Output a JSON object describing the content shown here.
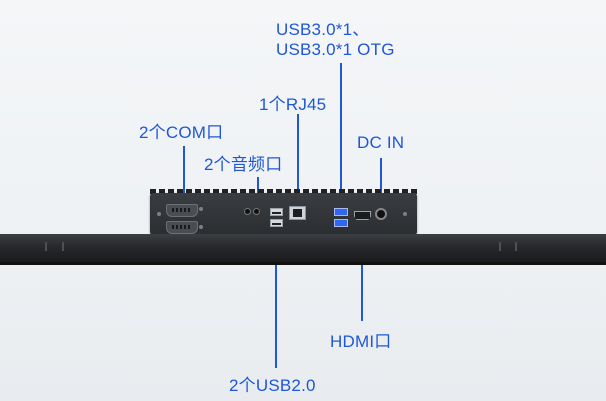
{
  "labels": {
    "usb3_line1": "USB3.0*1、",
    "usb3_line2": "USB3.0*1 OTG",
    "rj45": "1个RJ45",
    "com": "2个COM口",
    "audio": "2个音频口",
    "dc_in": "DC IN",
    "hdmi": "HDMI口",
    "usb2": "2个USB2.0"
  },
  "colors": {
    "accent": "#1f57d6",
    "device": "#2f3236",
    "monitor": "#1f2124"
  }
}
